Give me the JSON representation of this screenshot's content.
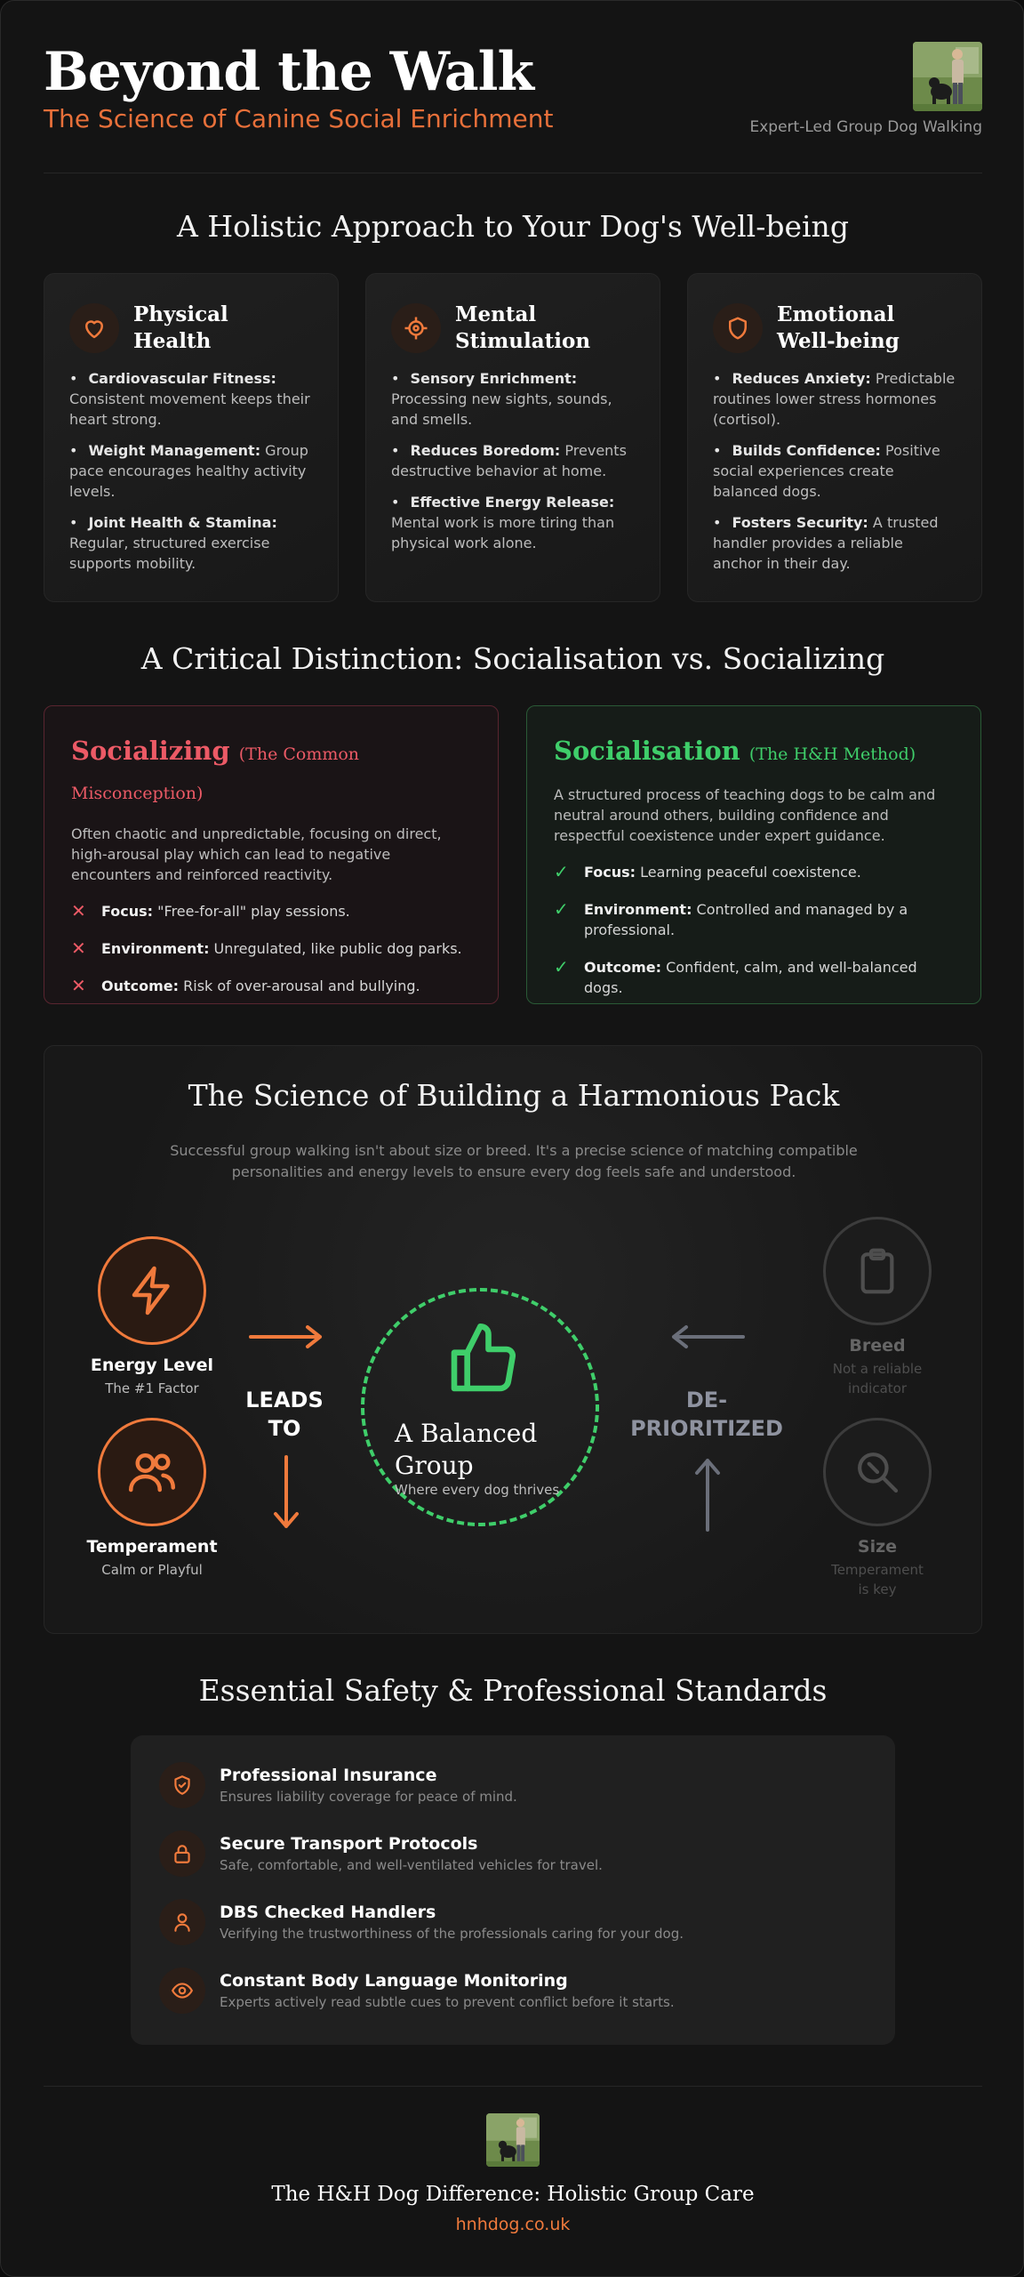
{
  "header": {
    "title": "Beyond the Walk",
    "subtitle": "The Science of Canine Social Enrichment",
    "tagline": "Expert-Led Group Dog Walking",
    "photo_icon": "walker-with-dog-photo"
  },
  "holistic": {
    "title": "A Holistic Approach to Your Dog's Well-being",
    "cards": [
      {
        "icon": "heart-icon",
        "title": "Physical Health",
        "items": [
          {
            "bold": "Cardiovascular Fitness:",
            "text": " Consistent movement keeps their heart strong."
          },
          {
            "bold": "Weight Management:",
            "text": " Group pace encourages healthy activity levels."
          },
          {
            "bold": "Joint Health & Stamina:",
            "text": " Regular, structured exercise supports mobility."
          }
        ]
      },
      {
        "icon": "target-icon",
        "title": "Mental Stimulation",
        "items": [
          {
            "bold": "Sensory Enrichment:",
            "text": " Processing new sights, sounds, and smells."
          },
          {
            "bold": "Reduces Boredom:",
            "text": " Prevents destructive behavior at home."
          },
          {
            "bold": "Effective Energy Release:",
            "text": " Mental work is more tiring than physical work alone."
          }
        ]
      },
      {
        "icon": "shield-icon",
        "title": "Emotional Well-being",
        "items": [
          {
            "bold": "Reduces Anxiety:",
            "text": " Predictable routines lower stress hormones (cortisol)."
          },
          {
            "bold": "Builds Confidence:",
            "text": " Positive social experiences create balanced dogs."
          },
          {
            "bold": "Fosters Security:",
            "text": " A trusted handler provides a reliable anchor in their day."
          }
        ]
      }
    ]
  },
  "distinction": {
    "title": "A Critical Distinction: Socialisation vs. Socializing",
    "bad": {
      "heading": "Socializing",
      "tag": "(The Common Misconception)",
      "desc": "Often chaotic and unpredictable, focusing on direct, high-arousal play which can lead to negative encounters and reinforced reactivity.",
      "mark": "✕",
      "items": [
        {
          "bold": "Focus:",
          "text": " \"Free-for-all\" play sessions."
        },
        {
          "bold": "Environment:",
          "text": " Unregulated, like public dog parks."
        },
        {
          "bold": "Outcome:",
          "text": " Risk of over-arousal and bullying."
        }
      ],
      "color": "#ec5a66"
    },
    "good": {
      "heading": "Socialisation",
      "tag": "(The H&H Method)",
      "desc": "A structured process of teaching dogs to be calm and neutral around others, building confidence and respectful coexistence under expert guidance.",
      "mark": "✓",
      "items": [
        {
          "bold": "Focus:",
          "text": " Learning peaceful coexistence."
        },
        {
          "bold": "Environment:",
          "text": " Controlled and managed by a professional."
        },
        {
          "bold": "Outcome:",
          "text": " Confident, calm, and well-balanced dogs."
        }
      ],
      "color": "#3fce6a"
    }
  },
  "science": {
    "title": "The Science of Building a Harmonious Pack",
    "desc": "Successful group walking isn't about size or breed. It's a precise science of matching compatible personalities and energy levels to ensure every dog feels safe and understood.",
    "energy": {
      "label": "Energy Level",
      "sub": "The #1 Factor",
      "icon": "lightning-icon"
    },
    "temperament": {
      "label": "Temperament",
      "sub": "Calm or Playful",
      "icon": "users-icon"
    },
    "leads_to": "LEADS TO",
    "center": {
      "title": "A Balanced Group",
      "sub": "Where every dog thrives",
      "icon": "thumbs-up-icon"
    },
    "deprioritized": "DE-PRIORITIZED",
    "breed": {
      "label": "Breed",
      "sub": "Not a reliable indicator",
      "icon": "clipboard-icon"
    },
    "size": {
      "label": "Size",
      "sub": "Temperament is key",
      "icon": "magnifier-icon"
    }
  },
  "safety": {
    "title": "Essential Safety & Professional Standards",
    "items": [
      {
        "icon": "shield-check-icon",
        "title": "Professional Insurance",
        "desc": "Ensures liability coverage for peace of mind."
      },
      {
        "icon": "lock-icon",
        "title": "Secure Transport Protocols",
        "desc": "Safe, comfortable, and well-ventilated vehicles for travel."
      },
      {
        "icon": "user-icon",
        "title": "DBS Checked Handlers",
        "desc": "Verifying the trustworthiness of the professionals caring for your dog."
      },
      {
        "icon": "eye-icon",
        "title": "Constant Body Language Monitoring",
        "desc": "Experts actively read subtle cues to prevent conflict before it starts."
      }
    ]
  },
  "footer": {
    "title": "The H&H Dog Difference: Holistic Group Care",
    "link": "hnhdog.co.uk",
    "photo_icon": "walker-with-dog-photo"
  },
  "colors": {
    "accent": "#f07a3c",
    "good": "#3fce6a",
    "bad": "#ec5a66",
    "background": "#141414"
  }
}
